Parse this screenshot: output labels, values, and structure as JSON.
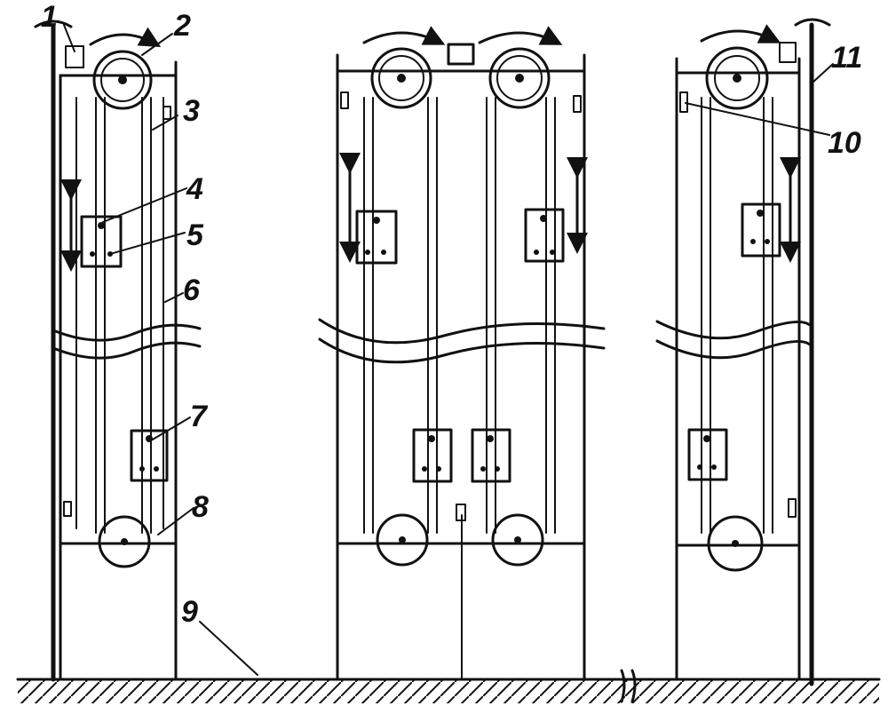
{
  "labels": [
    "1",
    "2",
    "3",
    "4",
    "5",
    "6",
    "7",
    "8",
    "9",
    "10",
    "11"
  ],
  "colors": {
    "ink": "#111111",
    "paper": "#ffffff"
  }
}
